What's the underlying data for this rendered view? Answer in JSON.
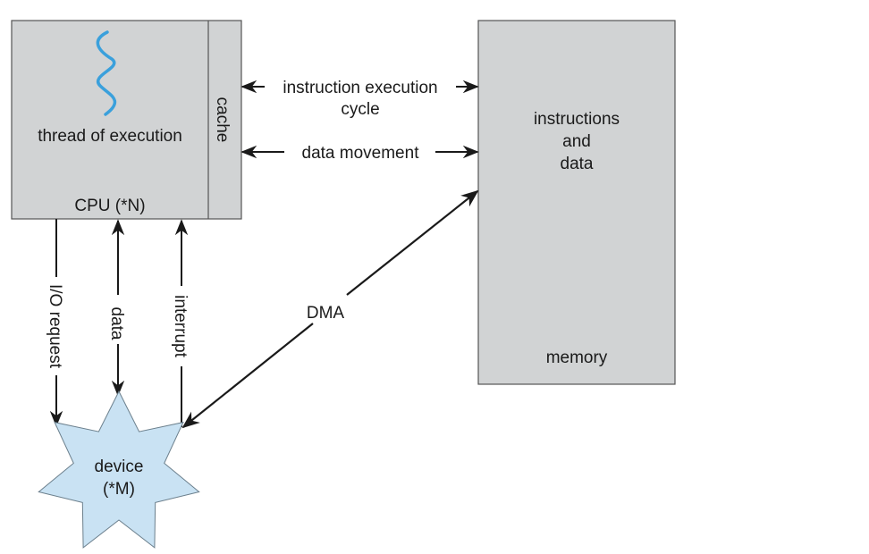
{
  "diagram": {
    "cpu": {
      "label": "CPU (*N)",
      "thread_label": "thread of execution",
      "cache_label": "cache"
    },
    "memory": {
      "label": "memory",
      "content_lines": [
        "instructions",
        "and",
        "data"
      ]
    },
    "device": {
      "label_lines": [
        "device",
        "(*M)"
      ]
    },
    "connections": {
      "instruction_cycle_lines": [
        "instruction execution",
        "cycle"
      ],
      "data_movement": "data movement",
      "io_request": "I/O request",
      "data": "data",
      "interrupt": "interrupt",
      "dma": "DMA"
    },
    "colors": {
      "box_fill": "#d1d3d4",
      "box_stroke": "#555555",
      "thread_wave": "#3aa0dc",
      "device_fill": "#c9e2f3",
      "line": "#1a1a1a"
    }
  }
}
